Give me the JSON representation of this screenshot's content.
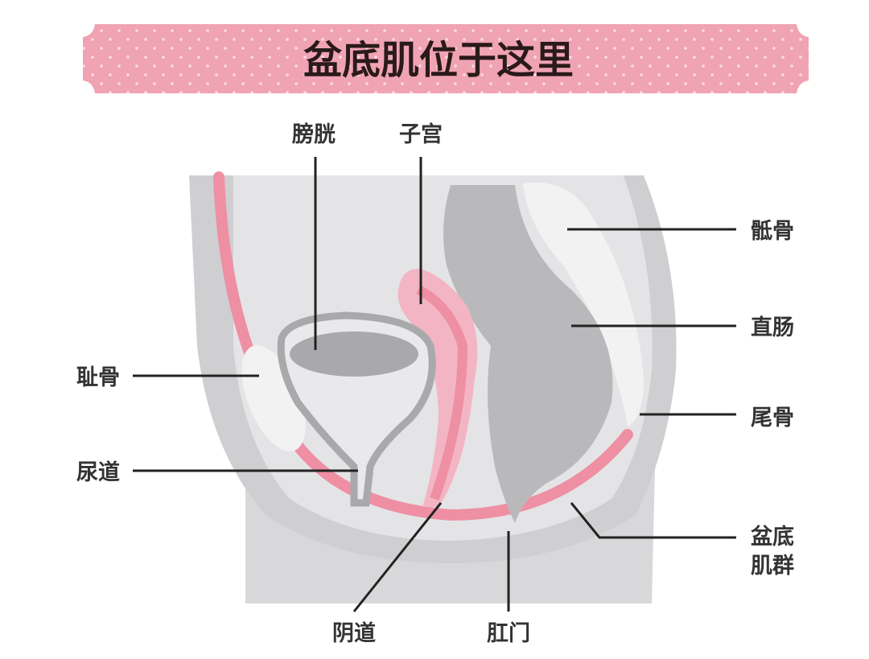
{
  "title": "盆底肌位于这里",
  "labels": {
    "bladder": "膀胱",
    "uterus": "子宫",
    "sacrum": "骶骨",
    "rectum": "直肠",
    "coccyx": "尾骨",
    "pelvic_floor_line1": "盆底",
    "pelvic_floor_line2": "肌群",
    "pubic_bone": "耻骨",
    "urethra": "尿道",
    "vagina": "阴道",
    "anus": "肛门"
  },
  "colors": {
    "banner": "#f0a3b3",
    "muscle_pink": "#ee8fa3",
    "body_gray": "#cfcfd2",
    "dark_gray": "#b9b9bc",
    "bone_white": "#f2f2f3"
  }
}
